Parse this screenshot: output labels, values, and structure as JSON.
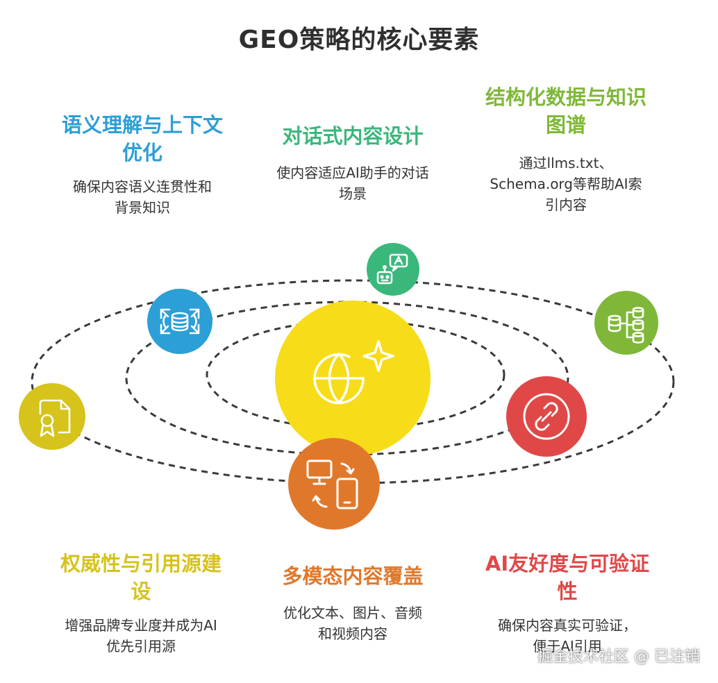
{
  "title": "GEO策略的核心要素",
  "center_icon": "globe-sparkle-icon",
  "elements": {
    "semantic": {
      "heading": [
        "语义理解与上下文",
        "优化"
      ],
      "description": [
        "确保内容语义连贯性和",
        "背景知识"
      ],
      "color": "#2c9fd6",
      "icon": "database-expand-icon"
    },
    "dialogue": {
      "heading": [
        "对话式内容设计"
      ],
      "description": [
        "使内容适应AI助手的对话",
        "场景"
      ],
      "color": "#3ab87c",
      "icon": "chatbot-icon"
    },
    "structured": {
      "heading": [
        "结构化数据与知识",
        "图谱"
      ],
      "description": [
        "通过llms.txt、",
        "Schema.org等帮助AI索",
        "引内容"
      ],
      "color": "#7fb839",
      "icon": "data-hierarchy-icon"
    },
    "authority": {
      "heading": [
        "权威性与引用源建",
        "设"
      ],
      "description": [
        "增强品牌专业度并成为AI",
        "优先引用源"
      ],
      "color": "#d6c31c",
      "icon": "certificate-document-icon"
    },
    "multimodal": {
      "heading": [
        "多模态内容覆盖"
      ],
      "description": [
        "优化文本、图片、音频",
        "和视频内容"
      ],
      "color": "#e0782b",
      "icon": "devices-sync-icon"
    },
    "ai_friendly": {
      "heading": [
        "AI友好度与可验证",
        "性"
      ],
      "description": [
        "确保内容真实可验证，",
        "便于AI引用"
      ],
      "color": "#e04848",
      "icon": "link-circle-icon"
    }
  },
  "watermark": "掘金技术社区 @ 已注销"
}
